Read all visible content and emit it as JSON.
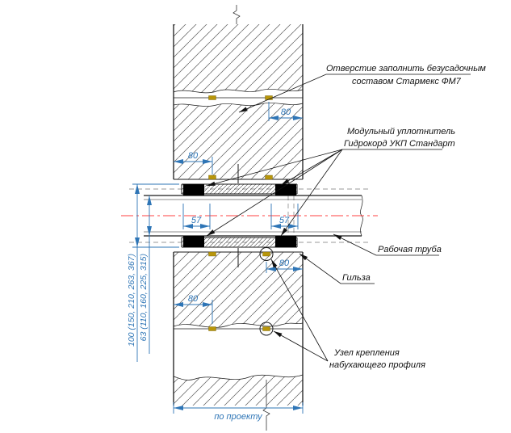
{
  "notes": {
    "fill_1": "Отверстие заполнить безусадочным",
    "fill_2": "составом Стармекс ФМ7",
    "seal_1": "Модульный уплотнитель",
    "seal_2": "Гидрокорд УКП Стандарт",
    "pipe": "Рабочая труба",
    "sleeve": "Гильза",
    "fastener_1": "Узел крепления",
    "fastener_2": "набухающего профиля"
  },
  "dims": {
    "d80": "80",
    "d57": "57",
    "sleeve_series": "100 (150, 210, 263, 367)",
    "pipe_series": "63 (110, 160, 225, 315)",
    "project": "по проекту"
  },
  "colors": {
    "paper": "#ffffff",
    "line": "#1a1a1a",
    "dimension": "#2e75b6",
    "centerline": "#ff4040",
    "swelling_profile": "#b8960b",
    "hidden": "#999999",
    "seal": "#000000"
  }
}
